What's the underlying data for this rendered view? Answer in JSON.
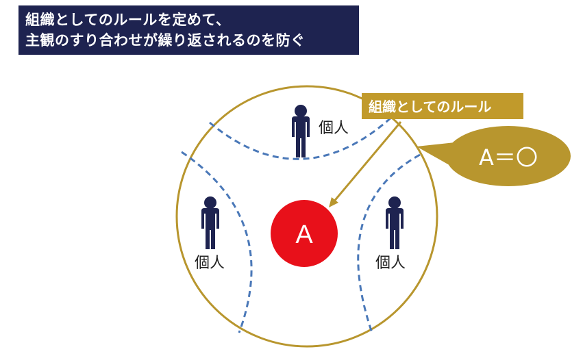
{
  "heading": {
    "line1": "組織としてのルールを定めて、",
    "line2": "主観のすり合わせが繰り返されるのを防ぐ"
  },
  "diagram": {
    "rule_label": "組織としてのルール",
    "callout_text": "A＝〇",
    "center_label": "A",
    "people": [
      {
        "label": "個人"
      },
      {
        "label": "個人"
      },
      {
        "label": "個人"
      }
    ],
    "colors": {
      "circle": "#b8962e",
      "dashed": "#4a78b8",
      "person": "#1e2350",
      "center": "#e8101a",
      "label_bg": "#c19a2b",
      "heading_bg": "#1e2350"
    }
  }
}
